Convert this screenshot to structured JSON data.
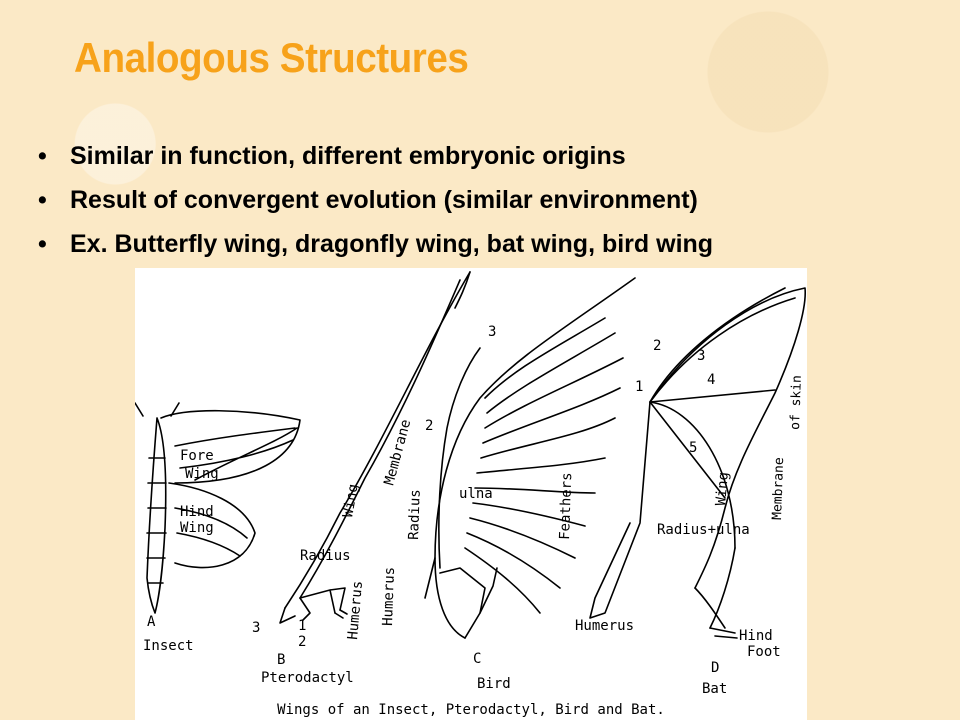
{
  "title": "Analogous Structures",
  "bullets": [
    "Similar in function, different embryonic origins",
    "Result of convergent evolution (similar environment)",
    "Ex. Butterfly wing, dragonfly wing, bat wing, bird wing"
  ],
  "figure": {
    "caption": "Wings of an Insect, Pterodactyl, Bird and Bat.",
    "insect": {
      "letter": "A",
      "name": "Insect",
      "fore_1": "Fore",
      "fore_2": "Wing",
      "hind_1": "Hind",
      "hind_2": "Wing"
    },
    "pterodactyl": {
      "letter": "B",
      "name": "Pterodactyl",
      "membrane": "Membrane",
      "wing": "Wing",
      "radius": "Radius",
      "humerus": "Humerus",
      "n3": "3",
      "n1": "1",
      "n2": "2"
    },
    "bird": {
      "letter": "C",
      "name": "Bird",
      "n3": "3",
      "n2": "2",
      "ulna": "ulna",
      "radius": "Radius",
      "humerus": "Humerus",
      "feathers": "Feathers"
    },
    "bat": {
      "letter": "D",
      "name": "Bat",
      "n1": "1",
      "n2": "2",
      "n3": "3",
      "n4": "4",
      "n5": "5",
      "membrane_skin_1": "Membrane",
      "membrane_skin_2": "of skin",
      "wing": "Wing",
      "radius_ulna": "Radius+ulna",
      "humerus": "Humerus",
      "hind_1": "Hind",
      "hind_2": "Foot"
    }
  }
}
